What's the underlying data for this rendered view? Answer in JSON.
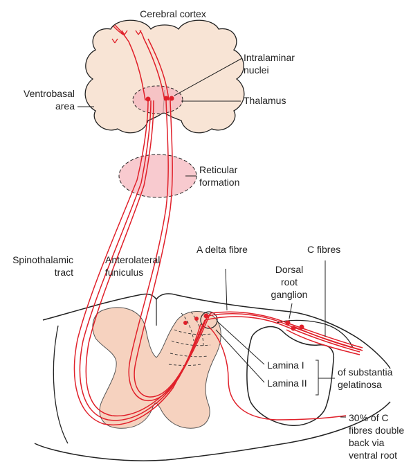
{
  "labels": {
    "cerebral_cortex": "Cerebral cortex",
    "intralaminar": [
      "Intralaminar",
      "nuclei"
    ],
    "thalamus": "Thalamus",
    "ventrobasal": [
      "Ventrobasal",
      "area"
    ],
    "reticular": [
      "Reticular",
      "formation"
    ],
    "spinothalamic": [
      "Spinothalamic",
      "tract"
    ],
    "anterolateral": [
      "Anterolateral",
      "funiculus"
    ],
    "a_delta": "A delta fibre",
    "c_fibres": "C fibres",
    "drg": [
      "Dorsal",
      "root",
      "ganglion"
    ],
    "lamina_1": "Lamina I",
    "lamina_2": "Lamina II",
    "substantia": [
      "of substantia",
      "gelatinosa"
    ],
    "double_back": [
      "30% of C",
      "fibres double",
      "back via",
      "ventral root"
    ]
  },
  "colors": {
    "tract": "#e0202a",
    "brain_fill": "#f8e4d5",
    "grey_matter": "#f6d2bf",
    "thalamus_fill": "#f6b8bf",
    "outline": "#222222"
  }
}
